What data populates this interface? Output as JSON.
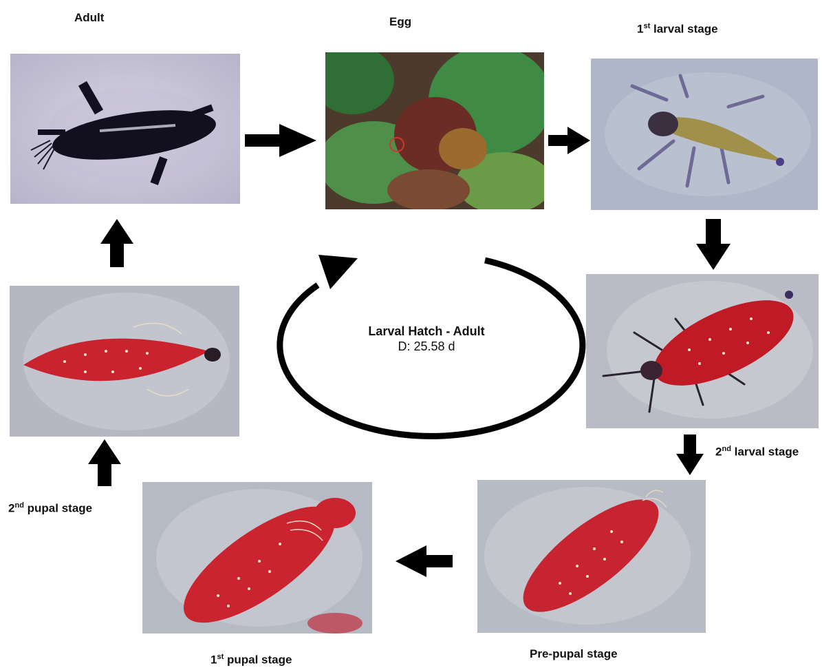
{
  "stages": {
    "adult": "Adult",
    "egg": "Egg",
    "larva1_prefix": "1",
    "larva1_sup": "st",
    "larva1_suffix": " larval stage",
    "larva2_prefix": "2",
    "larva2_sup": "nd",
    "larva2_suffix": " larval stage",
    "prepupa": "Pre-pupal stage",
    "pupa1_prefix": "1",
    "pupa1_sup": "st",
    "pupa1_suffix": " pupal stage",
    "pupa2_prefix": "2",
    "pupa2_sup": "nd",
    "pupa2_suffix": " pupal stage"
  },
  "cycle": {
    "title": "Larval Hatch - Adult",
    "duration": "D: 25.58 d"
  }
}
